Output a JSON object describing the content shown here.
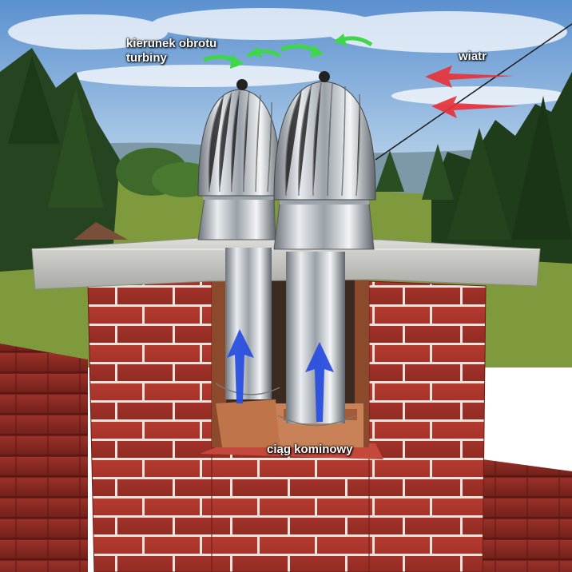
{
  "labels": {
    "rotation_line1": "kierunek obrotu",
    "rotation_line2": "turbiny",
    "wind": "wiatr",
    "draft": "ciąg kominowy"
  },
  "colors": {
    "sky": "#8fb8e0",
    "brick": "#a8322a",
    "mortar": "#e8e4dc",
    "cap": "#c9c9c4",
    "roof": "#8a2a22",
    "rotation_arrows": "#3fd64a",
    "wind_arrows": "#e8323a",
    "draft_arrows": "#2a4fe0",
    "steel": "#c7ccd2"
  },
  "icons": [
    "rotation-arrow-icon",
    "wind-arrow-icon",
    "draft-arrow-icon",
    "turbine-ventilator-icon"
  ]
}
